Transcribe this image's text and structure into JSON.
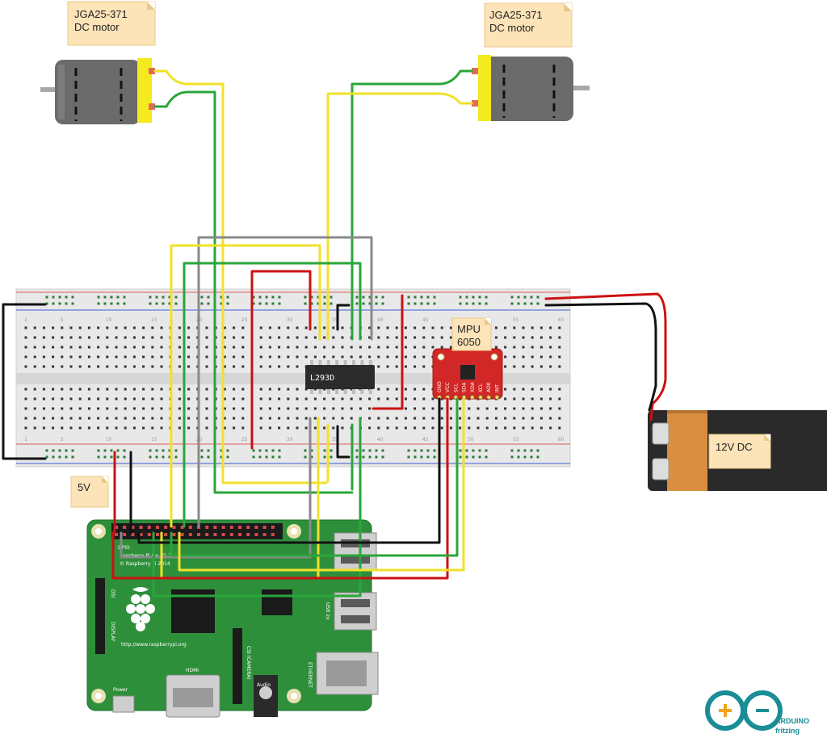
{
  "labels": {
    "motor_left": [
      "JGA25-371",
      "DC motor"
    ],
    "motor_right": [
      "JGA25-371",
      "DC motor"
    ],
    "mpu": [
      "MPU",
      "6050"
    ],
    "battery": "12V DC",
    "five_volt": "5V",
    "driver_chip": "L293D"
  },
  "raspberry_pi": {
    "gpio_label": "GPIO",
    "board_text": [
      "Raspberry Pi B+ V1.2",
      "© Raspberry Pi 2014"
    ],
    "url": "http://www.raspberrypi.org",
    "display": "DISPLAY",
    "dsi": "DSI",
    "hdmi": "HDMI",
    "csi": "CSI (CAMERA)",
    "audio": "Audio",
    "ethernet": "ETHERNET",
    "usb": "USB 2x",
    "power": "Power"
  },
  "mpu_pins": [
    "GND",
    "VCC",
    "SCL",
    "SDA",
    "XDA",
    "XCL",
    "AD0",
    "INT"
  ],
  "breadboard_numbers": [
    "1",
    "5",
    "10",
    "15",
    "20",
    "25",
    "30",
    "35",
    "40",
    "45",
    "50",
    "55",
    "60"
  ],
  "logo": {
    "line1": "ARDUINO",
    "line2": "fritzing"
  },
  "wire_colors": {
    "red": "#cc1111",
    "black": "#111111",
    "green": "#2aa63a",
    "yellow": "#f1e12a",
    "gray": "#8a8a8a"
  }
}
